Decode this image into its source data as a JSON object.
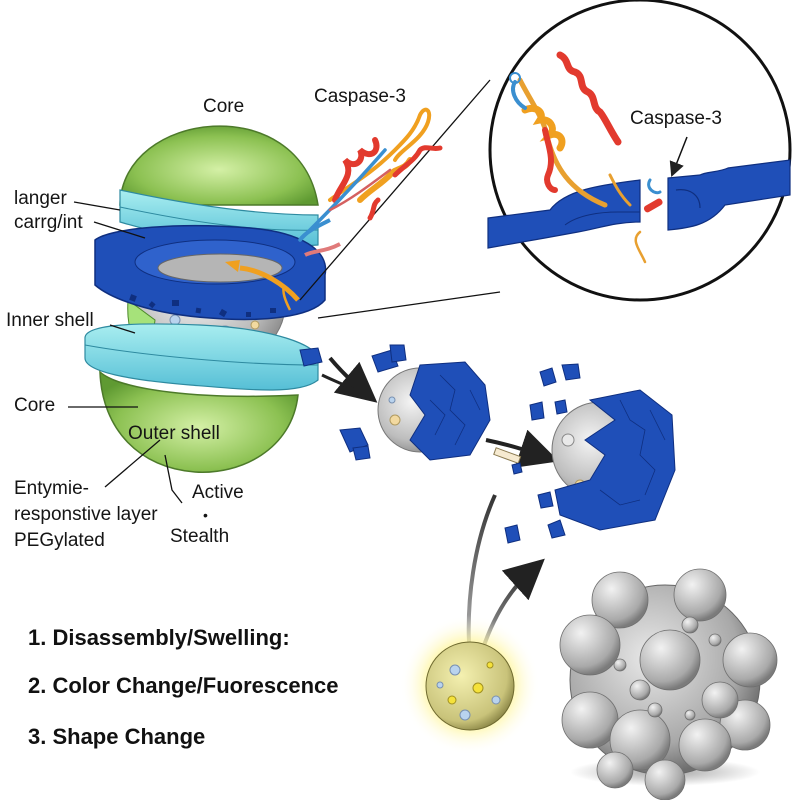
{
  "diagram": {
    "colors": {
      "core_green": "#8cc152",
      "band_cyan": "#7fd6e0",
      "shell_blue": "#1f4fb8",
      "core_gray": "#c9c9c9",
      "helix_red": "#e23a2e",
      "helix_orange": "#f0a020",
      "strand_blue": "#3a8fd0",
      "glow_yellow": "#fff27a"
    },
    "nanoparticle_labels": {
      "core_top": "Core",
      "langer": "langer",
      "carrgint": "carrg/int",
      "inner_shell": "Inner shell",
      "core_left": "Core",
      "outer_shell": "Outer shell",
      "enzyme_line1": "Entymie-",
      "enzyme_line2": "responstive layer",
      "pegylated": "PEGylated",
      "active": "Active",
      "bullet": "•",
      "stealth": "Stealth"
    },
    "enzyme_label": "Caspase-3",
    "inset": {
      "label": "Caspase-3"
    },
    "steps": [
      {
        "label": "1. Disassembly/Swelling:"
      },
      {
        "label": "2. Color Change/Fuorescence"
      },
      {
        "label": "3. Shape Change"
      }
    ]
  }
}
